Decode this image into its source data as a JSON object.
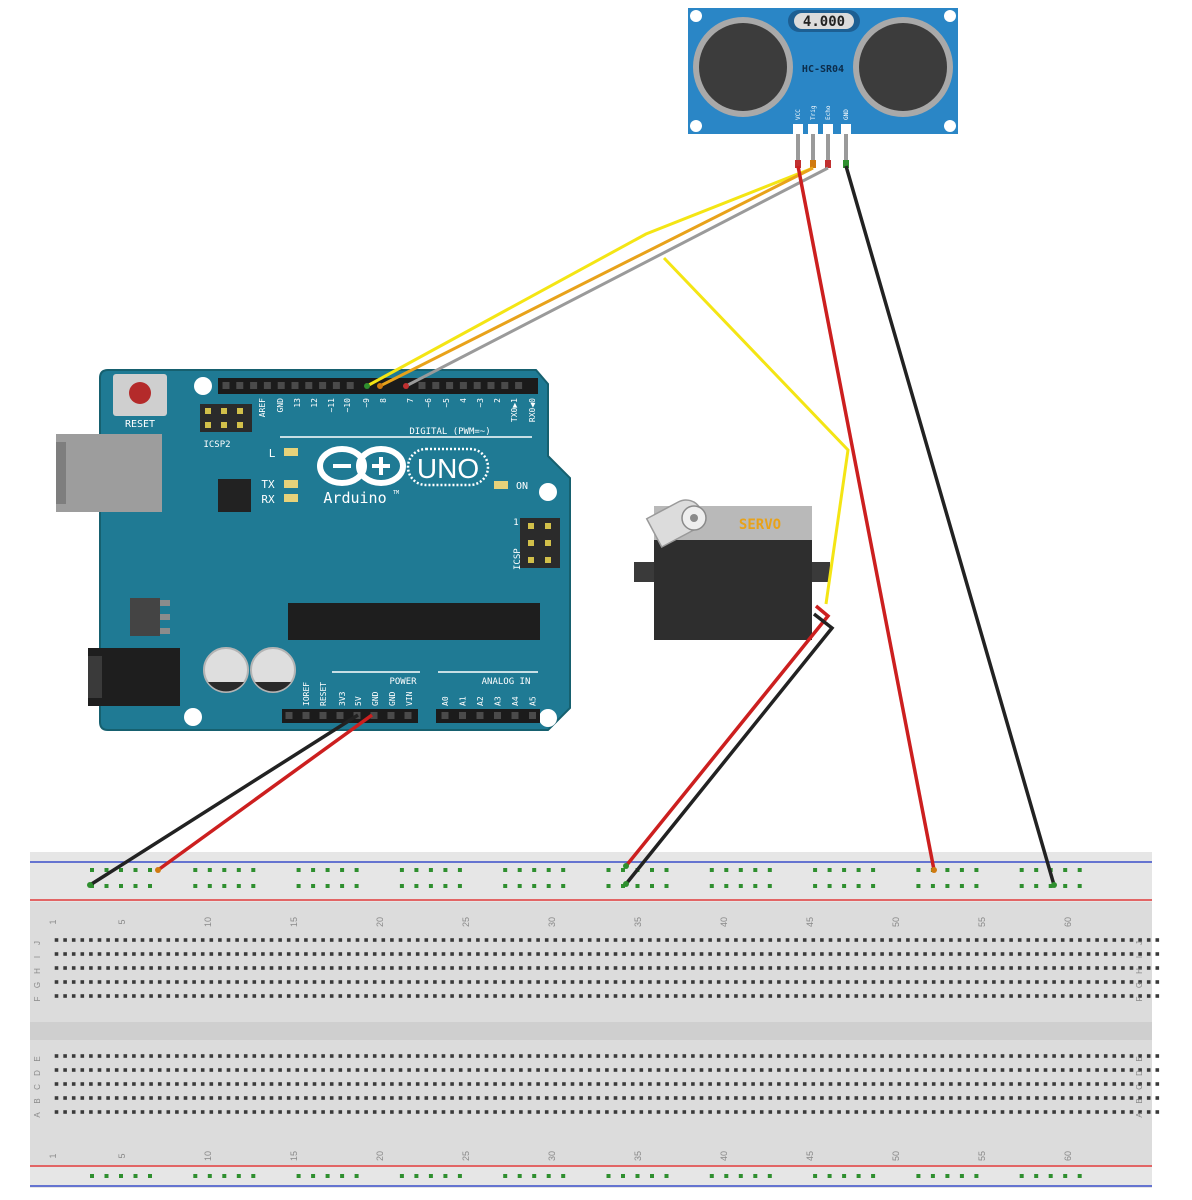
{
  "sensor": {
    "model": "HC-SR04",
    "crystal": "4.000",
    "pins": [
      "VCC",
      "Trig",
      "Echo",
      "GND"
    ]
  },
  "arduino": {
    "reset": "RESET",
    "icsp2": "ICSP2",
    "icsp": "ICSP",
    "icsp_pin1": "1",
    "digital": "DIGITAL (PWM=~)",
    "digital_pins": [
      "AREF",
      "GND",
      "13",
      "12",
      "~11",
      "~10",
      "~9",
      "8",
      "7",
      "~6",
      "~5",
      "4",
      "~3",
      "2",
      "TX0▶1",
      "RX0◀0"
    ],
    "led_l": "L",
    "led_tx": "TX",
    "led_rx": "RX",
    "led_on": "ON",
    "uno": "UNO",
    "brand": "Arduino",
    "tm": "TM",
    "power": "POWER",
    "power_pins": [
      "IOREF",
      "RESET",
      "3V3",
      "5V",
      "GND",
      "GND",
      "VIN"
    ],
    "analog": "ANALOG IN",
    "analog_pins": [
      "A0",
      "A1",
      "A2",
      "A3",
      "A4",
      "A5"
    ]
  },
  "servo": {
    "label": "SERVO"
  },
  "breadboard": {
    "col_numbers": [
      "1",
      "5",
      "10",
      "15",
      "20",
      "25",
      "30",
      "35",
      "40",
      "45",
      "50",
      "55",
      "60"
    ],
    "rows_top": [
      "J",
      "I",
      "H",
      "G",
      "F"
    ],
    "rows_bottom": [
      "E",
      "D",
      "C",
      "B",
      "A"
    ]
  },
  "colors": {
    "board": "#1f7a94",
    "sensor": "#2a86c6",
    "wire_red": "#cc1f1f",
    "wire_black": "#222222",
    "wire_yellow": "#f4e514",
    "wire_orange": "#e8a21a",
    "wire_gray": "#9a9a9a",
    "rail_red": "#e03a3a",
    "rail_blue": "#3a4fc8"
  }
}
